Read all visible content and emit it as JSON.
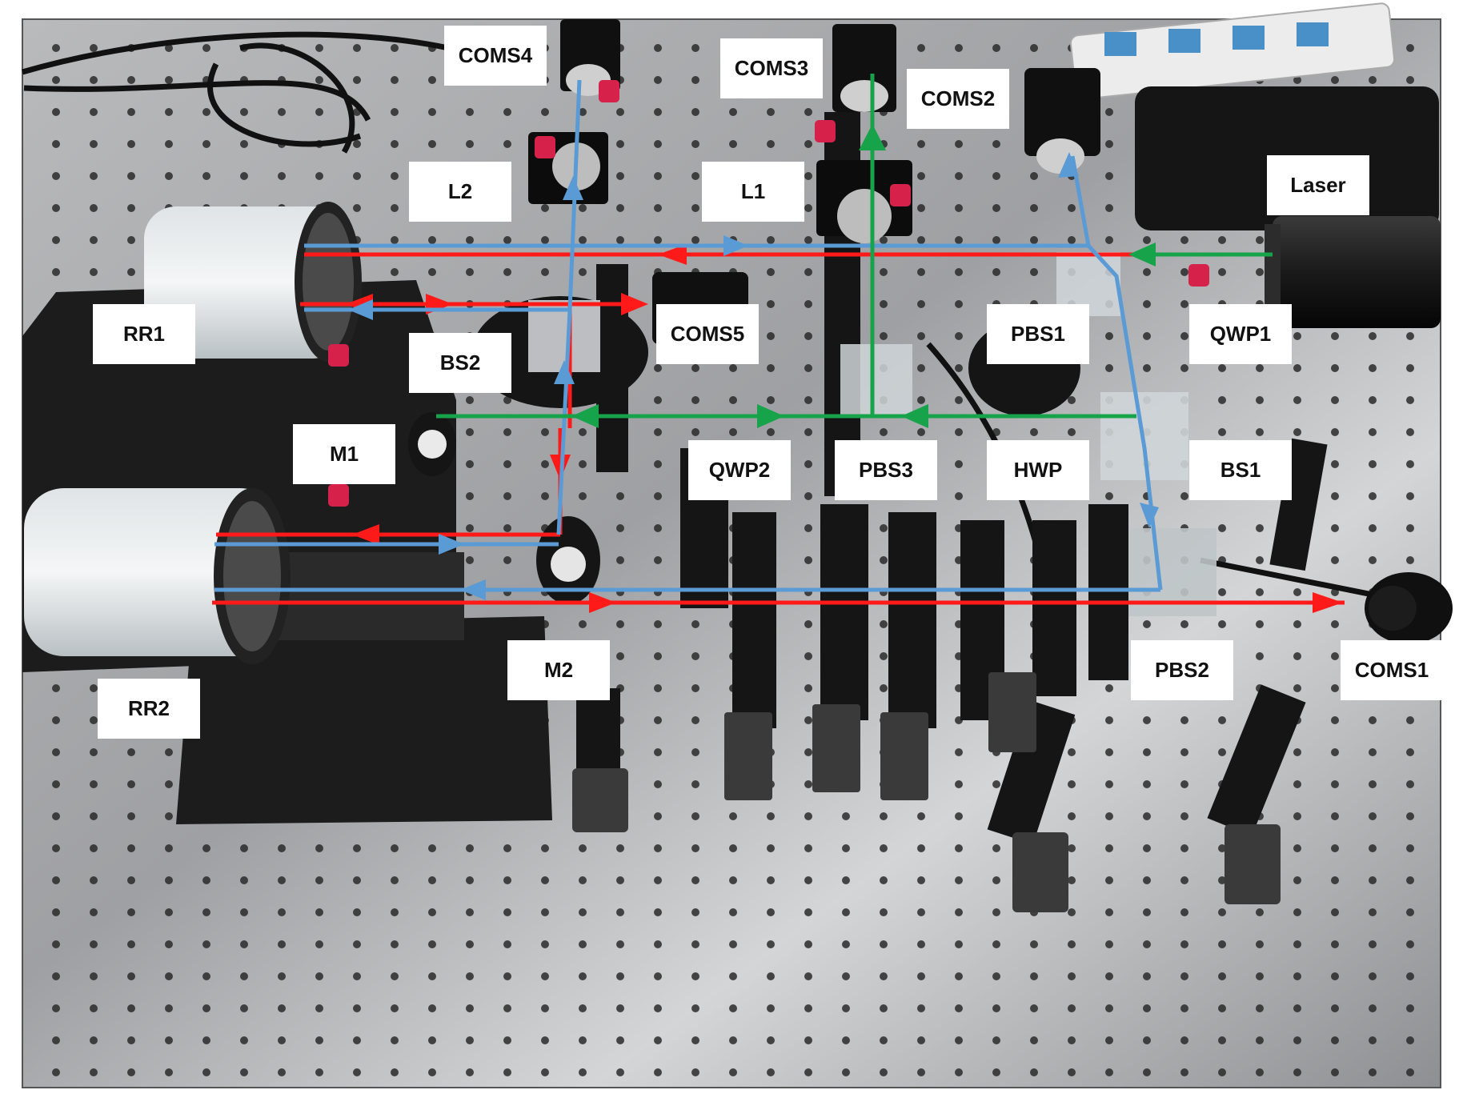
{
  "photo": {
    "description_icon": "optical-bench-photo"
  },
  "colors": {
    "beam_red": "#ff1a1a",
    "beam_blue": "#5b9bd5",
    "beam_green": "#16a34a",
    "table": "#a8a9ab",
    "label_bg": "#ffffff",
    "label_text": "#111111"
  },
  "labels": {
    "coms4": "COMS4",
    "coms3": "COMS3",
    "coms2": "COMS2",
    "laser": "Laser",
    "l2": "L2",
    "l1": "L1",
    "rr1": "RR1",
    "bs2": "BS2",
    "coms5": "COMS5",
    "pbs1": "PBS1",
    "qwp1": "QWP1",
    "m1": "M1",
    "qwp2": "QWP2",
    "pbs3": "PBS3",
    "hwp": "HWP",
    "bs1": "BS1",
    "m2": "M2",
    "pbs2": "PBS2",
    "coms1": "COMS1",
    "rr2": "RR2"
  }
}
